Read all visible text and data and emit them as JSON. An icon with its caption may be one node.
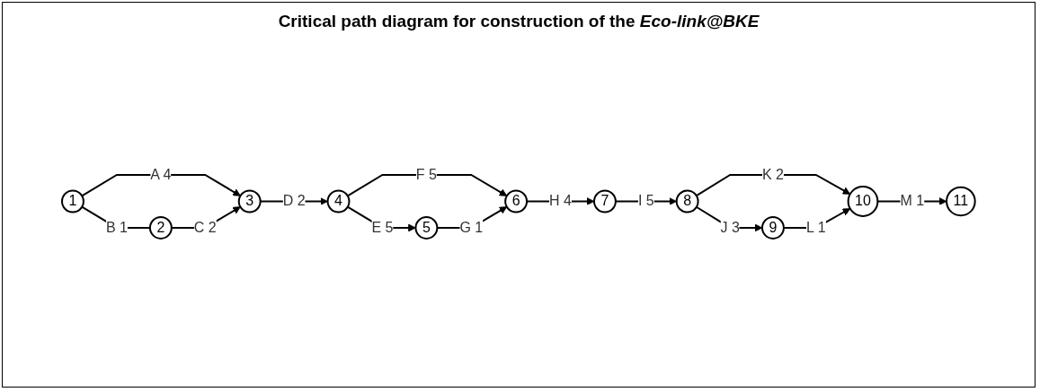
{
  "diagram": {
    "title": "Critical path diagram for construction of the *Eco-link@BKE*",
    "nodes": [
      {
        "text": [
          "1"
        ]
      },
      {
        "text": [
          "2"
        ]
      },
      {
        "text": [
          "3"
        ]
      },
      {
        "text": [
          "4"
        ]
      },
      {
        "text": [
          "5"
        ]
      },
      {
        "text": [
          "6"
        ]
      },
      {
        "text": [
          "7"
        ]
      },
      {
        "text": [
          "8"
        ]
      },
      {
        "text": [
          "9"
        ]
      },
      {
        "text": [
          "10"
        ]
      },
      {
        "text": [
          "11"
        ]
      }
    ],
    "edges": [
      {
        "from": 0,
        "to": 2,
        "arrow": "to",
        "label": "A 4"
      },
      {
        "from": 0,
        "to": 1,
        "arrow": "none",
        "label": "B 1"
      },
      {
        "from": 1,
        "to": 2,
        "arrow": "to",
        "label": "C 2"
      },
      {
        "from": 2,
        "to": 3,
        "arrow": "to",
        "label": "D 2"
      },
      {
        "from": 3,
        "to": 4,
        "arrow": "to",
        "label": "E 5"
      },
      {
        "from": 3,
        "to": 5,
        "arrow": "to",
        "label": "F 5"
      },
      {
        "from": 4,
        "to": 5,
        "arrow": "to",
        "label": "G 1"
      },
      {
        "from": 5,
        "to": 6,
        "arrow": "to",
        "label": "H 4"
      },
      {
        "from": 6,
        "to": 7,
        "arrow": "to",
        "label": "I 5"
      },
      {
        "from": 7,
        "to": 8,
        "arrow": "to",
        "label": "J 3"
      },
      {
        "from": 7,
        "to": 9,
        "arrow": "to",
        "label": "K 2"
      },
      {
        "from": 8,
        "to": 9,
        "arrow": "to",
        "label": "L 1"
      },
      {
        "from": 9,
        "to": 10,
        "arrow": "to",
        "label": "M 1"
      }
    ]
  }
}
